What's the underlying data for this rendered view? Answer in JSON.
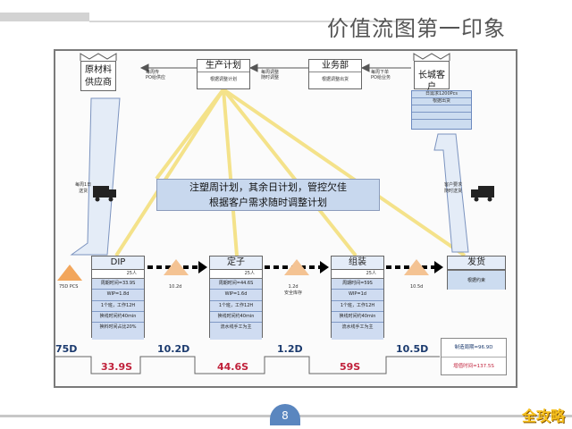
{
  "slide": {
    "title": "价值流图第一印象",
    "page_number": "8",
    "watermark": "全攻略"
  },
  "top": {
    "supplier": "原材料\n供应商",
    "supplier_arrow_label": "每周传\nPO给供应",
    "planning": "生产计划",
    "planning_sub": "根据调整计划",
    "planning_arrow_label": "每周调整\n随时调整",
    "sales": "业务部",
    "sales_sub": "根据调整出货",
    "sales_arrow_label": "每周下单\nPO给业务",
    "customer": "长城客户",
    "customer_lines": [
      "日需求1200Pcs",
      "根据出货",
      "",
      ""
    ]
  },
  "side": {
    "left_truck_label": "每周1日\n送货",
    "right_truck_label": "客户要求\n随时送货"
  },
  "note": {
    "line1": "注塑周计划，其余日计划，管控欠佳",
    "line2": "根据客户需求随时调整计划"
  },
  "inventories": [
    {
      "label": "75D PCS"
    },
    {
      "label": "10.2d"
    },
    {
      "label": "1.2d\n安全库存"
    },
    {
      "label": "10.5d"
    }
  ],
  "processes": [
    {
      "name": "DIP",
      "operators": "25人",
      "data": [
        "周期时间=33.9S",
        "WIP=1.8d",
        "1个班，工作12H",
        "换线时间约40min",
        "换料时间占比20%"
      ]
    },
    {
      "name": "定子",
      "operators": "25人",
      "data": [
        "周期时间=44.6S",
        "WIP=1.6d",
        "1个班，工作12H",
        "换线时间约40min",
        "流水线手工为主"
      ]
    },
    {
      "name": "组装",
      "operators": "25人",
      "data": [
        "周期时间=59S",
        "WIP=1d",
        "1个班，工作12H",
        "换线时间约40min",
        "流水线手工为主"
      ]
    },
    {
      "name": "发货",
      "operators": "",
      "data": [
        "根据约束"
      ]
    }
  ],
  "timeline": {
    "days": [
      "75D",
      "10.2D",
      "1.2D",
      "10.5D"
    ],
    "seconds": [
      "33.9S",
      "44.6S",
      "59S"
    ],
    "lead_time_label": "制造周期=96.9D",
    "process_time_label": "增值时间=137.5S"
  },
  "colors": {
    "frame": "#7a7a7a",
    "process_fill": "#cfdcf1",
    "note_fill": "#c8d8ee",
    "inventory_triangle": "#f2a65c",
    "spoke_line": "#f6e79a",
    "day_text": "#1b3a6e",
    "second_text": "#c0203a",
    "page_badge": "#5a86bf",
    "watermark": "#f7c11d"
  }
}
